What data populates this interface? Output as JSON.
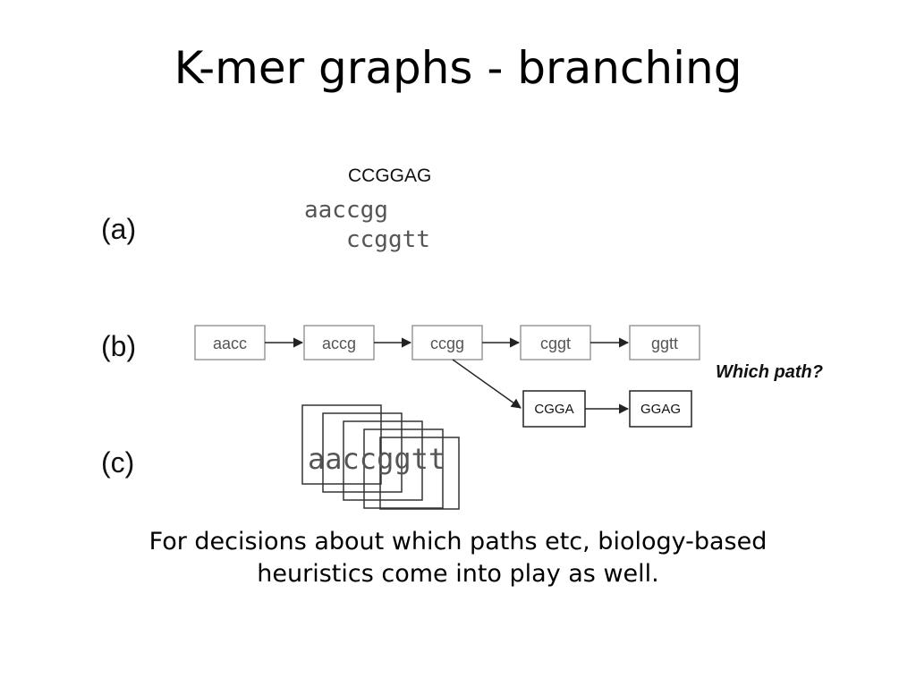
{
  "slide": {
    "title": "K-mer graphs - branching",
    "caption_line1": "For decisions about which paths etc, biology-based",
    "caption_line2": "heuristics come into play as well."
  },
  "panels": {
    "a": {
      "label": "(a)",
      "reference": "CCGGAG",
      "reads": [
        "aaccgg",
        "ccggtt"
      ]
    },
    "b": {
      "label": "(b)",
      "main_path": [
        "aacc",
        "accg",
        "ccgg",
        "cggt",
        "ggtt"
      ],
      "branch_path": [
        "CGGA",
        "GGAG"
      ],
      "question": "Which path?"
    },
    "c": {
      "label": "(c)",
      "sequence": "aaccggtt"
    }
  }
}
